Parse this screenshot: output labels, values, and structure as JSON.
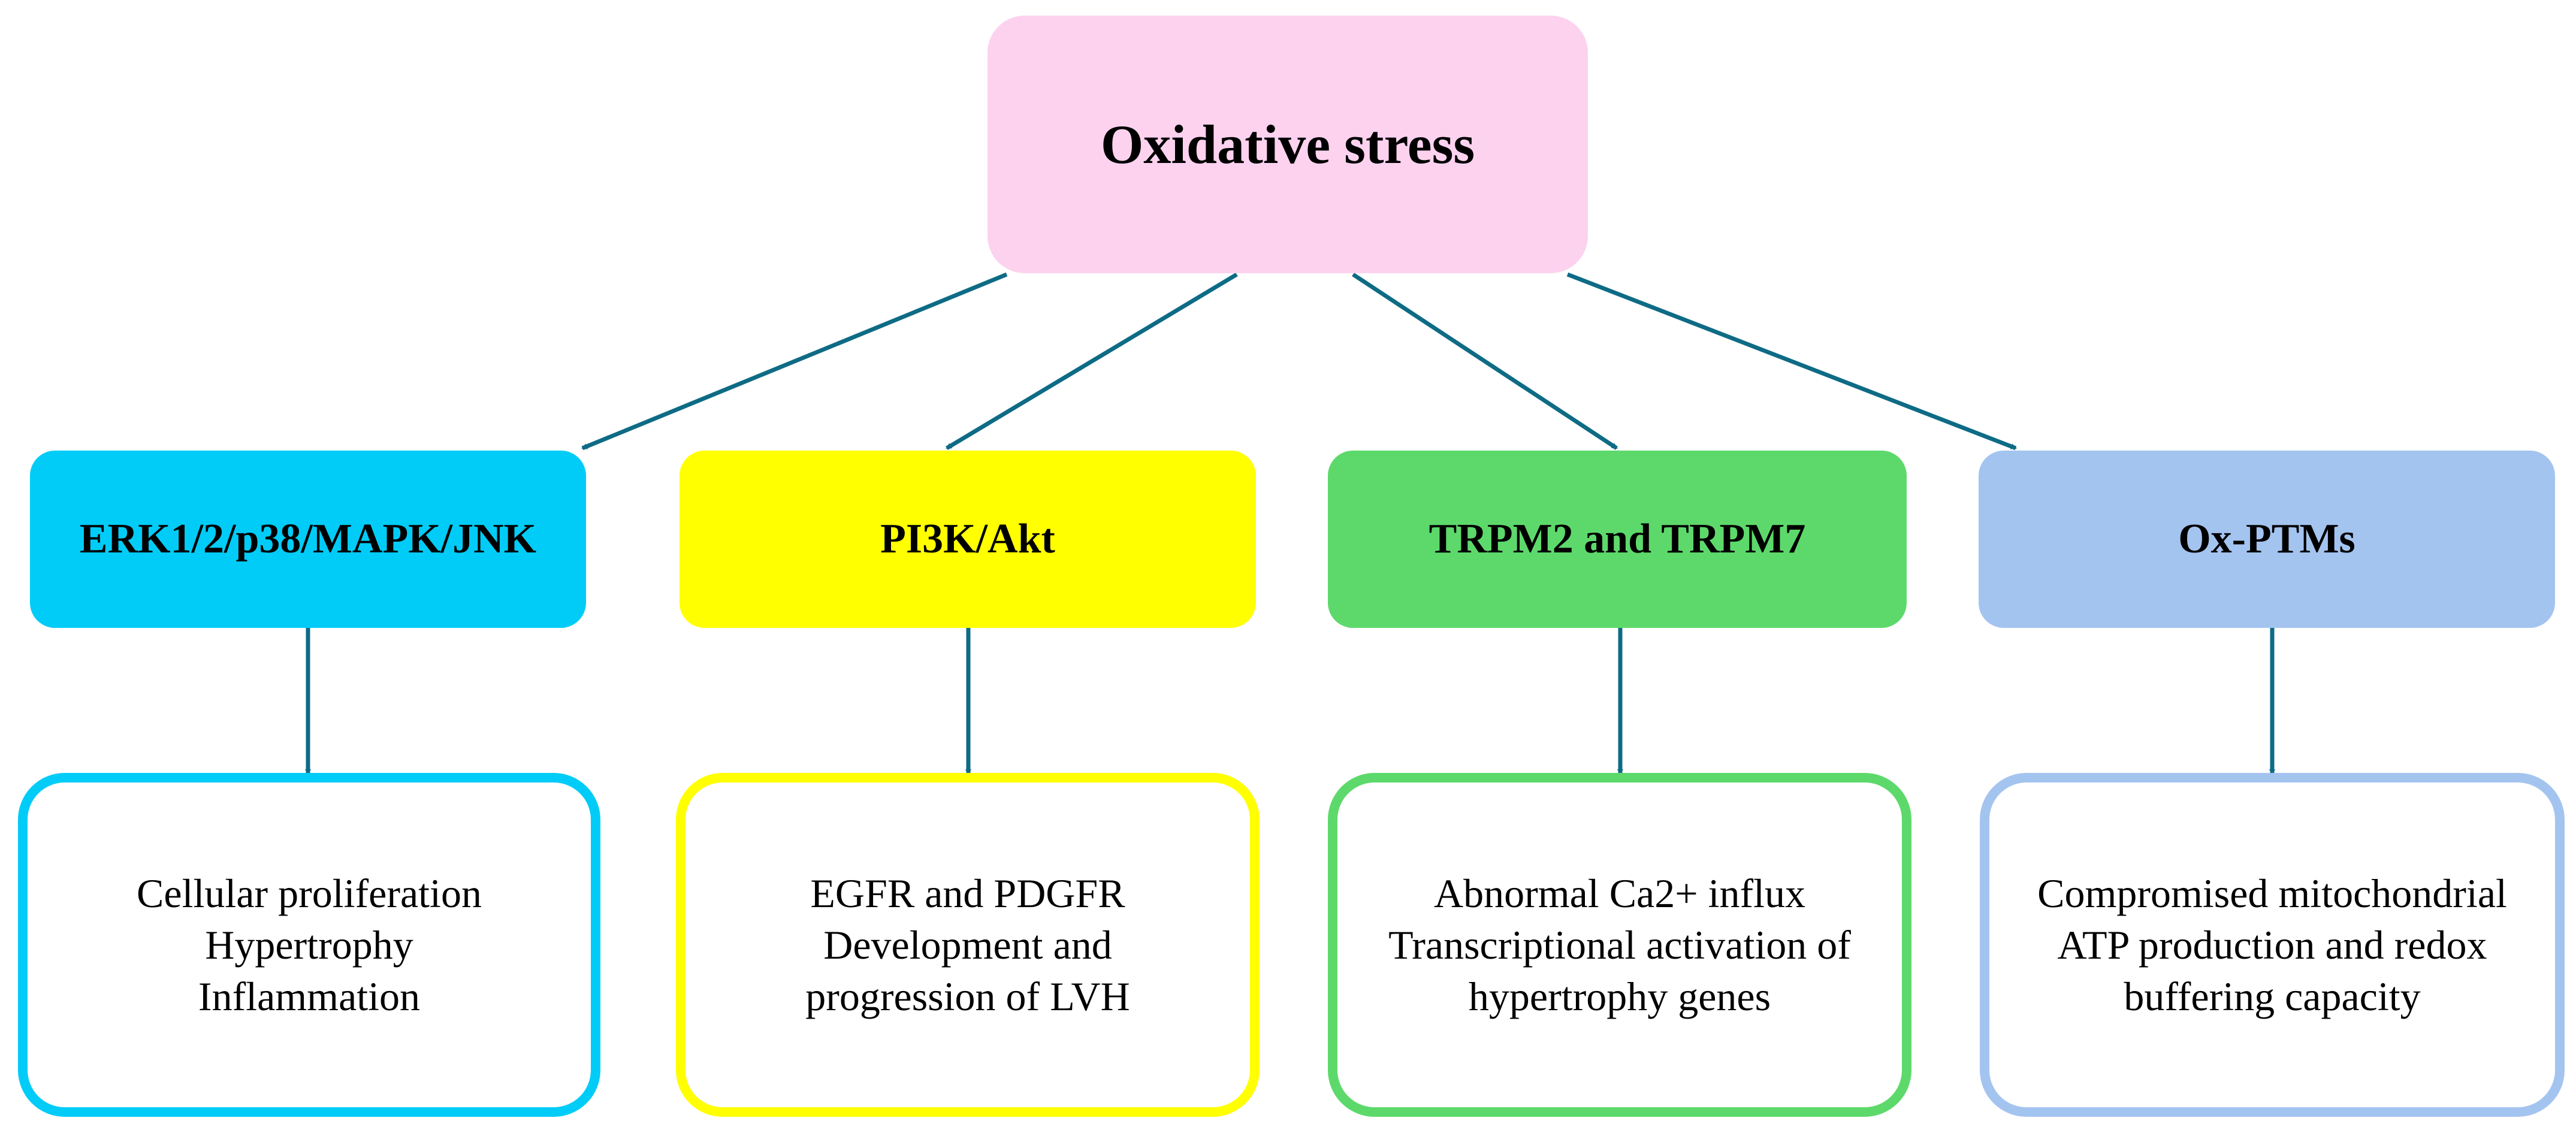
{
  "colors": {
    "arrow": "#0e6b85",
    "root_fill": "#fcd2ef"
  },
  "root": {
    "label": "Oxidative stress"
  },
  "pathways": [
    {
      "label": "ERK1/2/p38/MAPK/JNK",
      "fill": "#00ccf7",
      "outcome": {
        "lines": [
          "Cellular proliferation",
          "Hypertrophy",
          "Inflammation"
        ]
      }
    },
    {
      "label": "PI3K/Akt",
      "fill": "#ffff00",
      "outcome": {
        "lines": [
          "EGFR and PDGFR",
          "Development and",
          "progression of LVH"
        ]
      }
    },
    {
      "label": "TRPM2 and TRPM7",
      "fill": "#5dd96b",
      "outcome": {
        "lines": [
          "Abnormal Ca2+ influx",
          "Transcriptional activation of",
          "hypertrophy genes"
        ]
      }
    },
    {
      "label": "Ox-PTMs",
      "fill": "#a4c4f0",
      "outcome": {
        "lines": [
          "Compromised mitochondrial",
          "ATP production and redox",
          "buffering capacity"
        ]
      }
    }
  ]
}
